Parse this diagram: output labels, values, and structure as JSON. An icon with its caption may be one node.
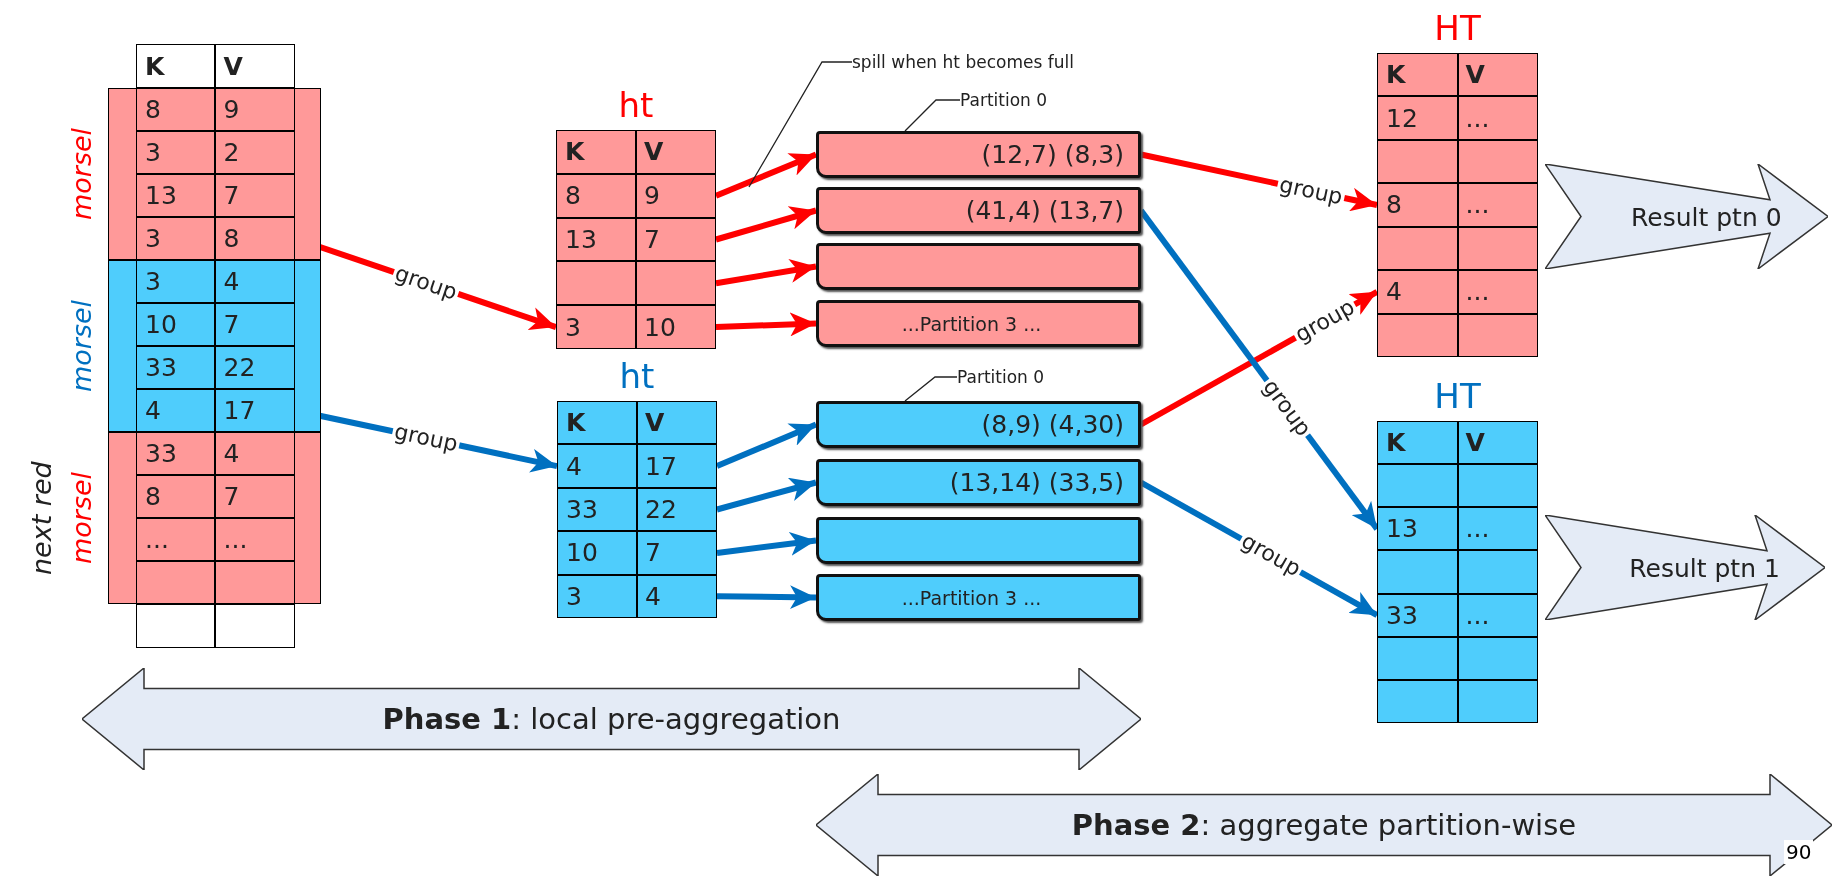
{
  "diagram": {
    "nodes": [
      {
        "text": [
          "K",
          "V"
        ]
      },
      {
        "text": [],
        "shape": "box",
        "beside": [
          "morsel"
        ]
      },
      {
        "text": [
          "8",
          "9"
        ],
        "in": 1
      },
      {
        "text": [
          "3",
          "2"
        ],
        "in": 1
      },
      {
        "text": [
          "13",
          "7"
        ],
        "in": 1
      },
      {
        "text": [
          "3",
          "8"
        ],
        "in": 1
      },
      {
        "text": [],
        "shape": "box",
        "beside": [
          "morsel"
        ]
      },
      {
        "text": [
          "3",
          "4"
        ],
        "in": 6
      },
      {
        "text": [
          "10",
          "7"
        ],
        "in": 6
      },
      {
        "text": [
          "33",
          "22"
        ],
        "in": 6
      },
      {
        "text": [
          "4",
          "17"
        ],
        "in": 6
      },
      {
        "text": [],
        "shape": "box",
        "beside": [
          "morsel",
          "next red"
        ]
      },
      {
        "text": [
          "33",
          "4"
        ],
        "in": 11
      },
      {
        "text": [
          "8",
          "7"
        ],
        "in": 11
      },
      {
        "text": [
          "...",
          "..."
        ],
        "in": 11
      },
      {
        "text": [],
        "shape": "box",
        "in": 11
      },
      {
        "text": [],
        "shape": "box"
      },
      {
        "text": [
          "ht"
        ]
      },
      {
        "text": [
          "K",
          "V"
        ],
        "in": 17
      },
      {
        "text": [
          "8",
          "9"
        ],
        "in": 17
      },
      {
        "text": [
          "13",
          "7"
        ],
        "in": 17
      },
      {
        "text": [],
        "shape": "box",
        "in": 17
      },
      {
        "text": [
          "3",
          "10"
        ],
        "in": 17
      },
      {
        "text": [
          "spill when ht becomes full"
        ]
      },
      {
        "text": [
          "Partition 0"
        ]
      },
      {
        "text": [
          "(12,7) (8,3)"
        ]
      },
      {
        "text": [
          "(41,4) (13,7)"
        ]
      },
      {
        "text": [],
        "shape": "box"
      },
      {
        "text": [
          "...Partition 3 ..."
        ]
      },
      {
        "text": [
          "ht"
        ]
      },
      {
        "text": [
          "K",
          "V"
        ],
        "in": 29
      },
      {
        "text": [
          "4",
          "17"
        ],
        "in": 29
      },
      {
        "text": [
          "33",
          "22"
        ],
        "in": 29
      },
      {
        "text": [
          "10",
          "7"
        ],
        "in": 29
      },
      {
        "text": [
          "3",
          "4"
        ],
        "in": 29
      },
      {
        "text": [
          "Partition 0"
        ]
      },
      {
        "text": [
          "(8,9) (4,30)"
        ]
      },
      {
        "text": [
          "(13,14) (33,5)"
        ]
      },
      {
        "text": [],
        "shape": "box"
      },
      {
        "text": [
          "...Partition 3 ..."
        ]
      },
      {
        "text": [
          "HT"
        ]
      },
      {
        "text": [
          "K",
          "V"
        ],
        "in": 40
      },
      {
        "text": [
          "12",
          "..."
        ],
        "in": 40
      },
      {
        "text": [],
        "shape": "box",
        "in": 40
      },
      {
        "text": [
          "8",
          "..."
        ],
        "in": 40
      },
      {
        "text": [],
        "shape": "box",
        "in": 40
      },
      {
        "text": [
          "4",
          "..."
        ],
        "in": 40
      },
      {
        "text": [],
        "shape": "box",
        "in": 40
      },
      {
        "text": [
          "HT"
        ]
      },
      {
        "text": [
          "K",
          "V"
        ],
        "in": 48
      },
      {
        "text": [],
        "shape": "box",
        "in": 48
      },
      {
        "text": [
          "13",
          "..."
        ],
        "in": 48
      },
      {
        "text": [],
        "shape": "box",
        "in": 48
      },
      {
        "text": [
          "33",
          "..."
        ],
        "in": 48
      },
      {
        "text": [],
        "shape": "box",
        "in": 48
      },
      {
        "text": [],
        "shape": "box",
        "in": 48
      },
      {
        "text": [
          "Result ptn 0"
        ]
      },
      {
        "text": [
          "Result ptn 1"
        ]
      },
      {
        "text": [
          "**Phase 1**: local pre-aggregation"
        ]
      },
      {
        "text": [
          "**Phase 2**: aggregate partition-wise"
        ]
      }
    ],
    "edges": [
      {
        "from": 5,
        "to": 22,
        "arrow": "to",
        "label": "group",
        "color": "#ff0000"
      },
      {
        "from": 10,
        "to": 31,
        "arrow": "to",
        "label": "group",
        "color": "#0070c0"
      },
      {
        "from": 19,
        "to": 25,
        "arrow": "to",
        "color": "#ff0000"
      },
      {
        "from": 20,
        "to": 26,
        "arrow": "to",
        "color": "#ff0000"
      },
      {
        "from": 21,
        "to": 27,
        "arrow": "to",
        "color": "#ff0000"
      },
      {
        "from": 22,
        "to": 28,
        "arrow": "to",
        "color": "#ff0000"
      },
      {
        "from": 31,
        "to": 36,
        "arrow": "to",
        "color": "#0070c0"
      },
      {
        "from": 32,
        "to": 37,
        "arrow": "to",
        "color": "#0070c0"
      },
      {
        "from": 33,
        "to": 38,
        "arrow": "to",
        "color": "#0070c0"
      },
      {
        "from": 34,
        "to": 39,
        "arrow": "to",
        "color": "#0070c0"
      },
      {
        "from": 25,
        "to": 44,
        "arrow": "to",
        "label": "group",
        "color": "#ff0000"
      },
      {
        "from": 36,
        "to": 46,
        "arrow": "to",
        "label": "group",
        "color": "#ff0000"
      },
      {
        "from": 26,
        "to": 51,
        "arrow": "to",
        "label": "group",
        "color": "#0070c0"
      },
      {
        "from": 37,
        "to": 53,
        "arrow": "to",
        "label": "group",
        "color": "#0070c0"
      },
      {
        "from": 23,
        "to": null,
        "arrow": "none",
        "color": "#222222"
      },
      {
        "from": 24,
        "to": 25,
        "arrow": "none",
        "color": "#222222"
      },
      {
        "from": 35,
        "to": 36,
        "arrow": "none",
        "color": "#222222"
      }
    ],
    "labels": [
      "90"
    ]
  }
}
